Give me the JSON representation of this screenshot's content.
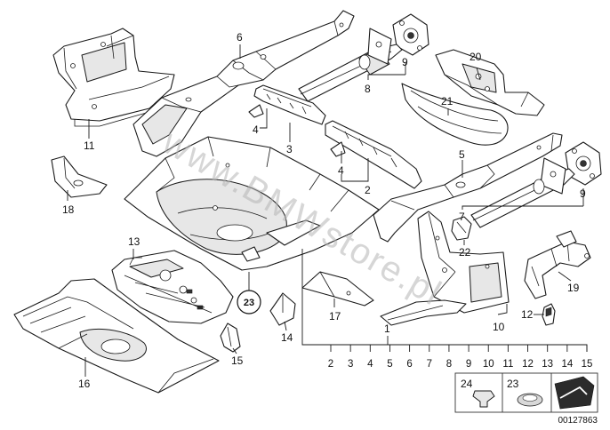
{
  "diagram": {
    "watermark": "www.BMWstore.pl",
    "reference_number": "00127863",
    "callouts": {
      "p1": "1",
      "p2": "2",
      "p3": "3",
      "p4a": "4",
      "p4b": "4",
      "p5": "5",
      "p6": "6",
      "p7": "7",
      "p8": "8",
      "p9a": "9",
      "p9b": "9",
      "p10": "10",
      "p11": "11",
      "p12": "12",
      "p13": "13",
      "p14": "14",
      "p15": "15",
      "p16": "16",
      "p17": "17",
      "p18": "18",
      "p19": "19",
      "p20": "20",
      "p21": "21",
      "p22": "22",
      "p23": "23"
    },
    "parts_scale": [
      "2",
      "3",
      "4",
      "5",
      "6",
      "7",
      "8",
      "9",
      "10",
      "11",
      "12",
      "13",
      "14",
      "15"
    ],
    "legend": {
      "item_24": "24",
      "item_23": "23"
    }
  }
}
